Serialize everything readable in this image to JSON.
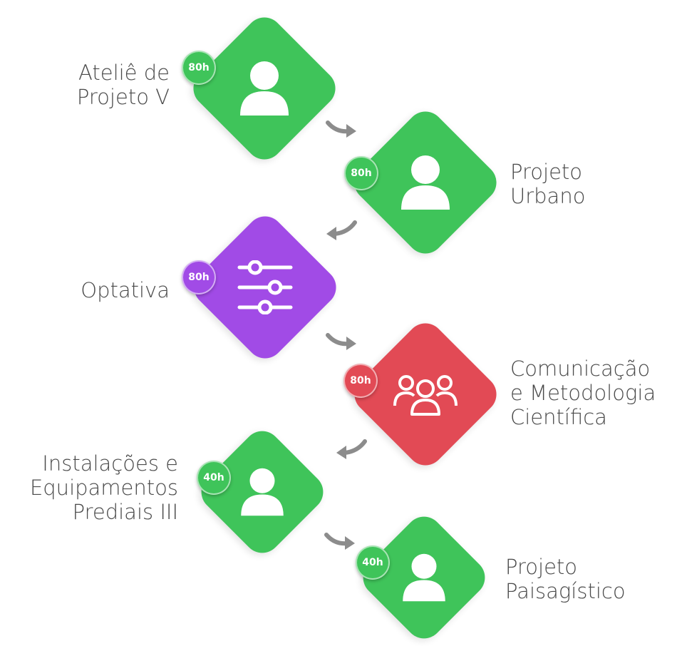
{
  "colors": {
    "green": "#3fc45a",
    "purple": "#a14be6",
    "red": "#e24a55",
    "arrow": "#8c8c8c",
    "text": "#4a4a4a"
  },
  "steps": [
    {
      "name": "Ateliê de\nProjeto V",
      "hours": "80h",
      "color": "#3fc45a",
      "icon": "user-icon"
    },
    {
      "name": "Projeto\nUrbano",
      "hours": "80h",
      "color": "#3fc45a",
      "icon": "user-icon"
    },
    {
      "name": "Optativa",
      "hours": "80h",
      "color": "#a14be6",
      "icon": "sliders-icon"
    },
    {
      "name": "Comunicação\ne Metodologia\nCientífica",
      "hours": "80h",
      "color": "#e24a55",
      "icon": "group-icon"
    },
    {
      "name": "Instalações e\nEquipamentos\nPrediais III",
      "hours": "40h",
      "color": "#3fc45a",
      "icon": "user-icon"
    },
    {
      "name": "Projeto\nPaisagístico",
      "hours": "40h",
      "color": "#3fc45a",
      "icon": "user-icon"
    }
  ]
}
